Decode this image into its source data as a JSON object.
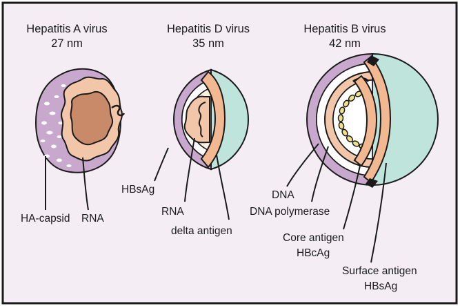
{
  "viruses": [
    {
      "name": "Hepatitis A virus",
      "size": "27 nm"
    },
    {
      "name": "Hepatitis D virus",
      "size": "35 nm"
    },
    {
      "name": "Hepatitis B virus",
      "size": "42 nm"
    }
  ],
  "labels": {
    "hav_capsid": "HA-capsid",
    "hav_rna": "RNA",
    "hdv_hbsag": "HBsAg",
    "hdv_rna": "RNA",
    "hdv_delta": "delta antigen",
    "hbv_dna": "DNA",
    "hbv_polymerase": "DNA polymerase",
    "hbv_core": "Core antigen",
    "hbv_core_abbr": "HBcAg",
    "hbv_surface": "Surface antigen",
    "hbv_surface_abbr": "HBsAg"
  },
  "colors": {
    "background": "#f4eef4",
    "border": "#1a1a1a",
    "capsid_purple": "#c8a8cd",
    "inner_peach": "#f2c6a8",
    "core_brown": "#c98a6a",
    "envelope_teal": "#bfe4dc",
    "light_cream": "#fbf1e0",
    "dna_yellow": "#efe089"
  }
}
